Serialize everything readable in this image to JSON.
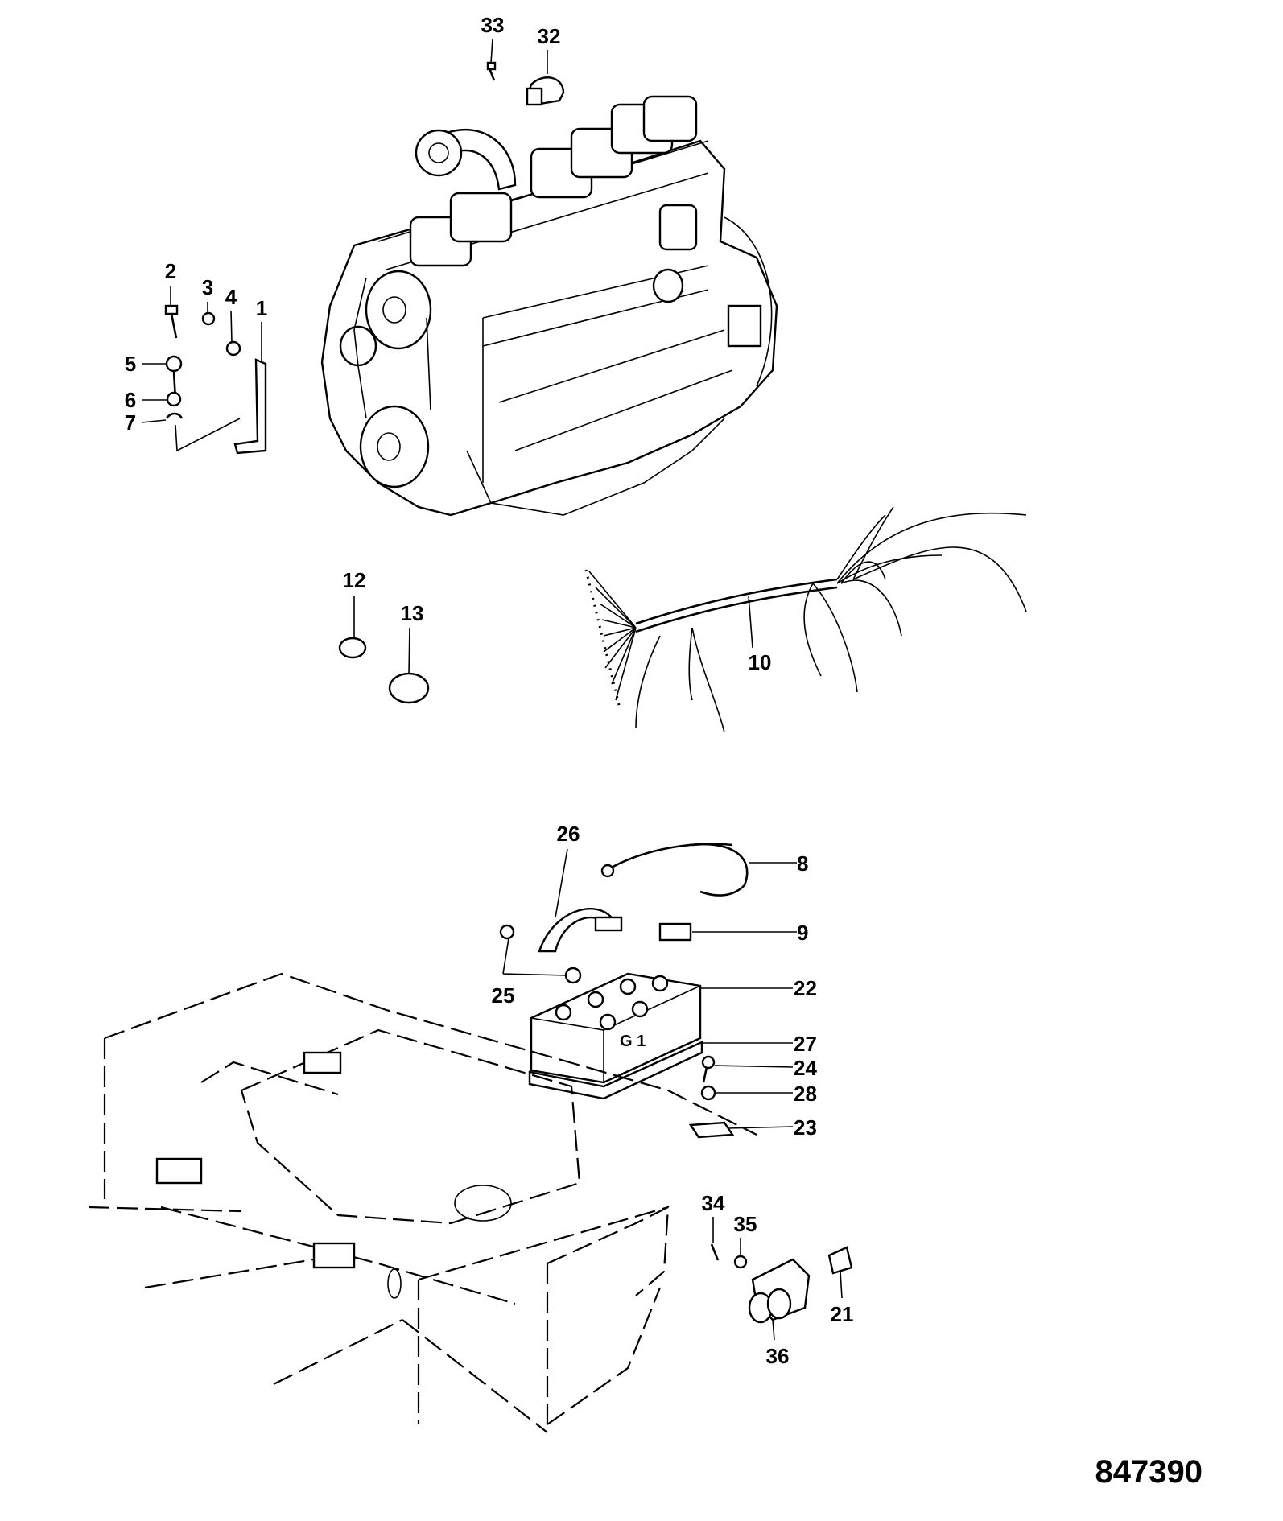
{
  "figure_number": "847390",
  "callouts": {
    "c1": "1",
    "c2": "2",
    "c3": "3",
    "c4": "4",
    "c5": "5",
    "c6": "6",
    "c7": "7",
    "c8": "8",
    "c9": "9",
    "c10": "10",
    "c12": "12",
    "c13": "13",
    "c21": "21",
    "c22": "22",
    "c23": "23",
    "c24": "24",
    "c25": "25",
    "c26": "26",
    "c27": "27",
    "c28": "28",
    "c32": "32",
    "c33": "33",
    "c34": "34",
    "c35": "35",
    "c36": "36"
  },
  "battery_marking": "G 1"
}
